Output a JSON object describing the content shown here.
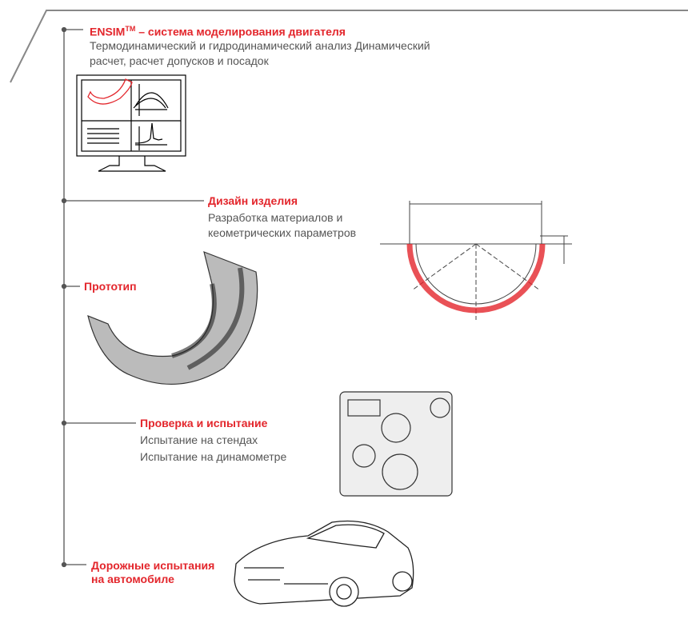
{
  "colors": {
    "accent": "#e3262c",
    "text": "#555555",
    "line": "#777777"
  },
  "stages": [
    {
      "title": "ENSIM",
      "title_sup": "TM",
      "title_rest": " – система моделирования двигателя",
      "lines": [
        "Термодинамический и гидродинамический анализ Динамический",
        "расчет, расчет допусков и посадок"
      ]
    },
    {
      "title": "Дизайн изделия",
      "lines": [
        "Разработка материалов и",
        "кеометрических параметров"
      ]
    },
    {
      "title": "Прототип",
      "lines": []
    },
    {
      "title": "Проверка и испытание",
      "lines": [
        "Испытание на стендах",
        "Испытание на динамометре"
      ]
    },
    {
      "title": "Дорожные испытания",
      "title_line2": "на автомобиле",
      "lines": []
    }
  ]
}
